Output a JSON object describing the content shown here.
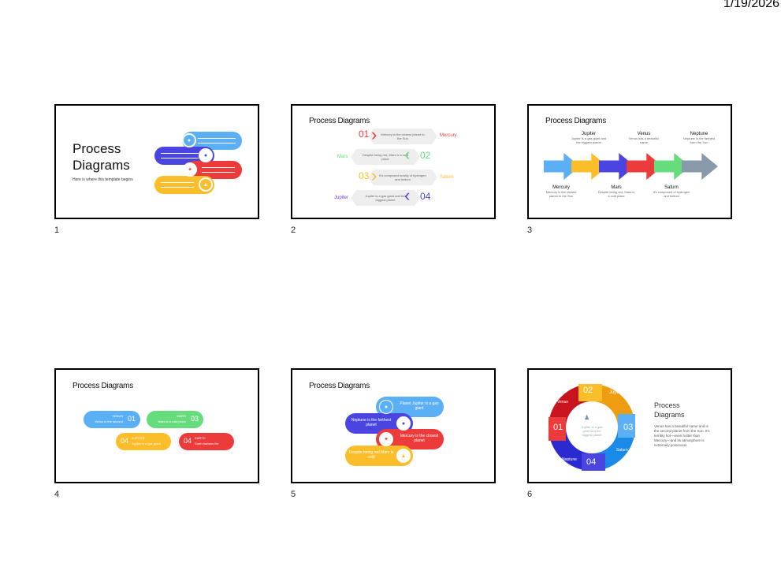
{
  "header": {
    "date": "1/19/2026"
  },
  "colors": {
    "blue": "#5aaff5",
    "indigo": "#4a45e0",
    "red": "#ec3b3b",
    "yellow": "#fbbd2a",
    "green": "#67dc7d",
    "gray": "#8899aa"
  },
  "slides": [
    {
      "number": "1",
      "title_line1": "Process",
      "title_line2": "Diagrams",
      "subtitle": "Here is where this template begins"
    },
    {
      "number": "2",
      "title": "Process Diagrams",
      "rows": [
        {
          "num": "01",
          "name": "Mercury",
          "text": "Mercury is the closest planet to the Sun"
        },
        {
          "num": "02",
          "name": "Mars",
          "text": "Despite being red, Mars is a cold place"
        },
        {
          "num": "03",
          "name": "Saturn",
          "text": "It's composed mostly of hydrogen and helium"
        },
        {
          "num": "04",
          "name": "Jupiter",
          "text": "Jupiter is a gas giant and the biggest planet"
        }
      ]
    },
    {
      "number": "3",
      "title": "Process Diagrams",
      "top": [
        {
          "name": "Jupiter",
          "text": "Jupiter is a gas giant and the biggest planet"
        },
        {
          "name": "Venus",
          "text": "Venus has a beautiful name"
        },
        {
          "name": "Neptune",
          "text": "Neptune is the farthest from the Sun"
        }
      ],
      "bottom": [
        {
          "name": "Mercury",
          "text": "Mercury is the closest planet to the Sun"
        },
        {
          "name": "Mars",
          "text": "Despite being red, Mars is a cold place"
        },
        {
          "name": "Saturn",
          "text": "It's composed of hydrogen and helium"
        }
      ]
    },
    {
      "number": "4",
      "title": "Process Diagrams",
      "items": [
        {
          "num": "01",
          "name": "VENUS",
          "text": "Venus is the second"
        },
        {
          "num": "03",
          "name": "MARS",
          "text": "Mars is a cold place"
        },
        {
          "num": "04",
          "name": "JUPITER",
          "text": "Jupiter is a gas giant"
        },
        {
          "num": "04",
          "name": "EARTH",
          "text": "Earth harbors life"
        }
      ]
    },
    {
      "number": "5",
      "title": "Process Diagrams",
      "items": [
        "Planet Jupiter is a gas giant",
        "Neptune is the farthest planet",
        "Mercury is the closest planet",
        "Despite being red Mars is cold"
      ]
    },
    {
      "number": "6",
      "title_line1": "Process",
      "title_line2": "Diagrams",
      "body": "Venus has a beautiful name and is the second planet from the Sun. It's terribly hot—even hotter than Mercury—and its atmosphere is extremely poisonous",
      "center": "Jupiter is a gas giant and the biggest planet",
      "segments": [
        {
          "num": "01",
          "name": "Venus"
        },
        {
          "num": "02",
          "name": "Jupiter"
        },
        {
          "num": "03",
          "name": "Saturn"
        },
        {
          "num": "04",
          "name": "Neptune"
        }
      ]
    }
  ]
}
